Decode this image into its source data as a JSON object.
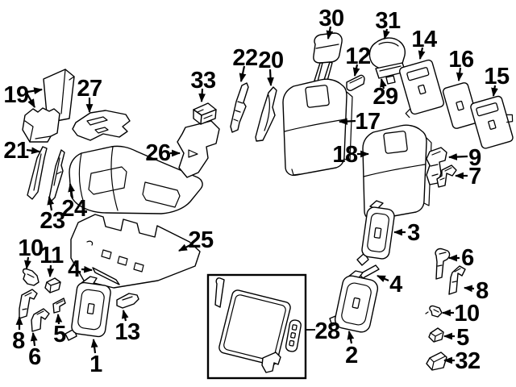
{
  "diagram": {
    "type": "exploded-parts-diagram",
    "subject": "rear seat components line drawing",
    "background_color": "#ffffff",
    "line_color": "#000000",
    "callouts": [
      {
        "label": "30",
        "points_to": "part-30-headrest"
      },
      {
        "label": "31",
        "points_to": "part-31-headrest"
      },
      {
        "label": "12",
        "points_to": "part-12-guide"
      },
      {
        "label": "29",
        "points_to": "part-29-headrest-base"
      },
      {
        "label": "14",
        "points_to": "part-14-panel"
      },
      {
        "label": "16",
        "points_to": "part-16-panel"
      },
      {
        "label": "15",
        "points_to": "part-15-panel"
      },
      {
        "label": "22",
        "points_to": "part-22-trim"
      },
      {
        "label": "20",
        "points_to": "part-20-trim"
      },
      {
        "label": "33",
        "points_to": "part-33-module"
      },
      {
        "label": "19",
        "points_to": "part-19-panel-and-cushion"
      },
      {
        "label": "27",
        "points_to": "part-27-pad"
      },
      {
        "label": "17",
        "points_to": "part-17-seat-back"
      },
      {
        "label": "18",
        "points_to": "part-18-seat-back"
      },
      {
        "label": "9",
        "points_to": "part-9-bracket"
      },
      {
        "label": "7",
        "points_to": "part-7-bracket"
      },
      {
        "label": "21",
        "points_to": "part-21-trim"
      },
      {
        "label": "26",
        "points_to": "part-26-pad"
      },
      {
        "label": "23",
        "points_to": "part-23-trim"
      },
      {
        "label": "24",
        "points_to": "part-24-cushion"
      },
      {
        "label": "25",
        "points_to": "part-25-pad"
      },
      {
        "label": "3",
        "points_to": "part-3-frame"
      },
      {
        "label": "10",
        "points_to": "part-10-clip-left"
      },
      {
        "label": "11",
        "points_to": "part-11-clip"
      },
      {
        "label": "4",
        "points_to": "part-4-strip-left"
      },
      {
        "label": "4",
        "points_to": "part-4-strip-right"
      },
      {
        "label": "6",
        "points_to": "part-6-bracket-right"
      },
      {
        "label": "8",
        "points_to": "part-8-bracket-right"
      },
      {
        "label": "8",
        "points_to": "part-8-bracket-left"
      },
      {
        "label": "5",
        "points_to": "part-5-clip-left"
      },
      {
        "label": "6",
        "points_to": "part-6-bracket-left"
      },
      {
        "label": "1",
        "points_to": "part-1-frame"
      },
      {
        "label": "13",
        "points_to": "part-13-cover"
      },
      {
        "label": "2",
        "points_to": "part-2-frame"
      },
      {
        "label": "28",
        "points_to": "inset-box-armrest"
      },
      {
        "label": "10",
        "points_to": "part-10-clip-right"
      },
      {
        "label": "5",
        "points_to": "part-5-clip-right"
      },
      {
        "label": "32",
        "points_to": "part-32-clip"
      }
    ]
  }
}
